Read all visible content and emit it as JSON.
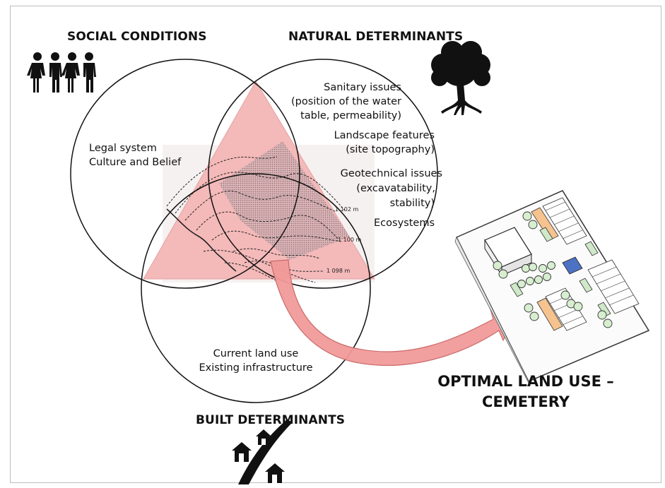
{
  "headings": {
    "social": "SOCIAL CONDITIONS",
    "natural": "NATURAL DETERMINANTS",
    "built": "BUILT DETERMINANTS",
    "optimal_line1": "OPTIMAL LAND USE –",
    "optimal_line2": "CEMETERY"
  },
  "social_items": [
    "Legal system",
    "Culture and Belief"
  ],
  "natural_items": {
    "sanitary_line1": "Sanitary issues",
    "sanitary_line2": "(position of the water",
    "sanitary_line3": "table, permeability)",
    "landscape_line1": "Landscape features",
    "landscape_line2": "(site topography)",
    "geotech_line1": "Geotechnical issues",
    "geotech_line2": "(excavatability,",
    "geotech_line3": "stability)",
    "ecosystems": "Ecosystems"
  },
  "built_items": [
    "Current land use",
    "Existing infrastructure"
  ],
  "contour_labels": [
    "1 102 m",
    "1 100 m",
    "1 098 m"
  ],
  "colors": {
    "triangle_fill": "#f4b9b9",
    "arrow_fill": "#f29a9a",
    "hatch_fill": "#c8a4a8",
    "plot_green": "#cfe8c8",
    "plot_orange": "#f6c38f",
    "plot_blue": "#4d72c4"
  },
  "icons": [
    "people-icon",
    "tree-icon",
    "houses-road-icon",
    "cemetery-plan-icon"
  ]
}
